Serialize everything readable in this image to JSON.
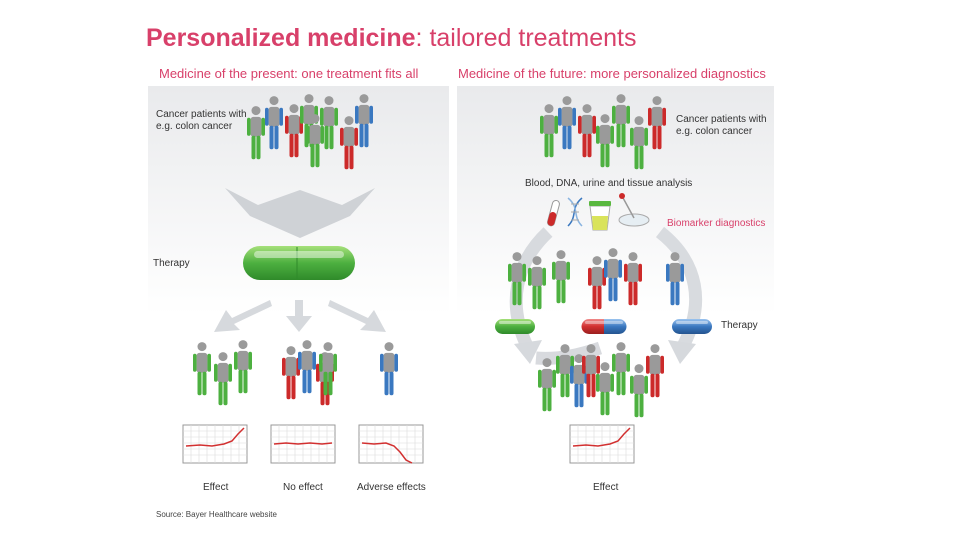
{
  "title": {
    "bold": "Personalized medicine",
    "rest": ": tailored treatments"
  },
  "left_panel": {
    "heading": "Medicine of the present: one treatment fits all",
    "patients_label": [
      "Cancer patients with",
      "e.g. colon cancer"
    ],
    "therapy_label": "Therapy",
    "outcomes": [
      "Effect",
      "No effect",
      "Adverse effects"
    ]
  },
  "right_panel": {
    "heading": "Medicine of the future: more personalized diagnostics",
    "patients_label": [
      "Cancer patients with",
      "e.g. colon cancer"
    ],
    "analysis_label": "Blood, DNA, urine and tissue analysis",
    "biomarker_label": "Biomarker diagnostics",
    "therapy_label": "Therapy",
    "outcome": "Effect"
  },
  "source": "Source: Bayer Healthcare website",
  "colors": {
    "accent": "#d8406a",
    "green": "#4db040",
    "red": "#cc2a2a",
    "blue": "#3a78c0",
    "gray": "#8e8e8e"
  }
}
